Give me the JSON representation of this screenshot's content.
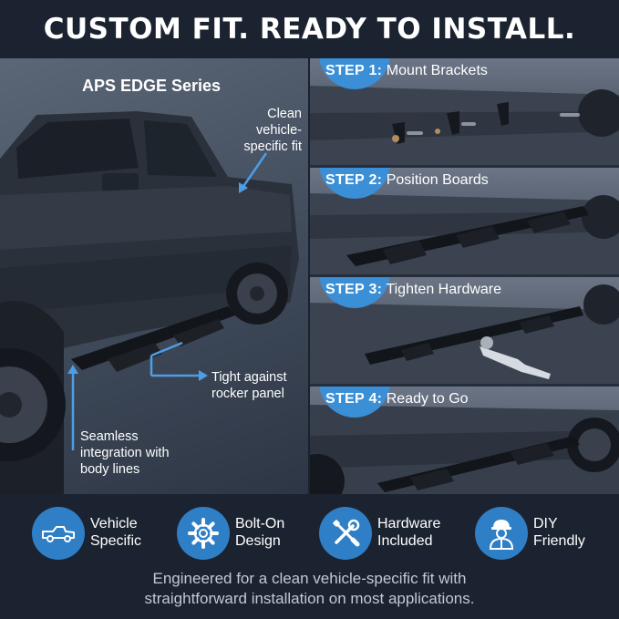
{
  "header": {
    "title": "CUSTOM FIT. READY TO INSTALL."
  },
  "hero": {
    "series_title": "APS EDGE Series",
    "callouts": {
      "fit": [
        "Clean",
        "vehicle-",
        "specific fit"
      ],
      "rocker": [
        "Tight against",
        "rocker panel"
      ],
      "body": [
        "Seamless",
        "integration with",
        "body lines"
      ]
    }
  },
  "steps": [
    {
      "number": "STEP 1:",
      "label": "Mount Brackets"
    },
    {
      "number": "STEP 2:",
      "label": "Position Boards"
    },
    {
      "number": "STEP 3:",
      "label": "Tighten Hardware"
    },
    {
      "number": "STEP 4:",
      "label": "Ready to Go"
    }
  ],
  "features": [
    {
      "icon": "pickup-truck-icon",
      "lines": [
        "Vehicle",
        "Specific"
      ]
    },
    {
      "icon": "gear-icon",
      "lines": [
        "Bolt-On",
        "Design"
      ]
    },
    {
      "icon": "wrench-screwdriver-icon",
      "lines": [
        "Hardware",
        "Included"
      ]
    },
    {
      "icon": "worker-icon",
      "lines": [
        "DIY",
        "Friendly"
      ]
    }
  ],
  "tagline": [
    "Engineered for a clean vehicle-specific fit with",
    "straightforward installation on most applications."
  ],
  "colors": {
    "background": "#1b2330",
    "accent": "#3a8fd6",
    "callout_line": "#4d9ee6"
  }
}
